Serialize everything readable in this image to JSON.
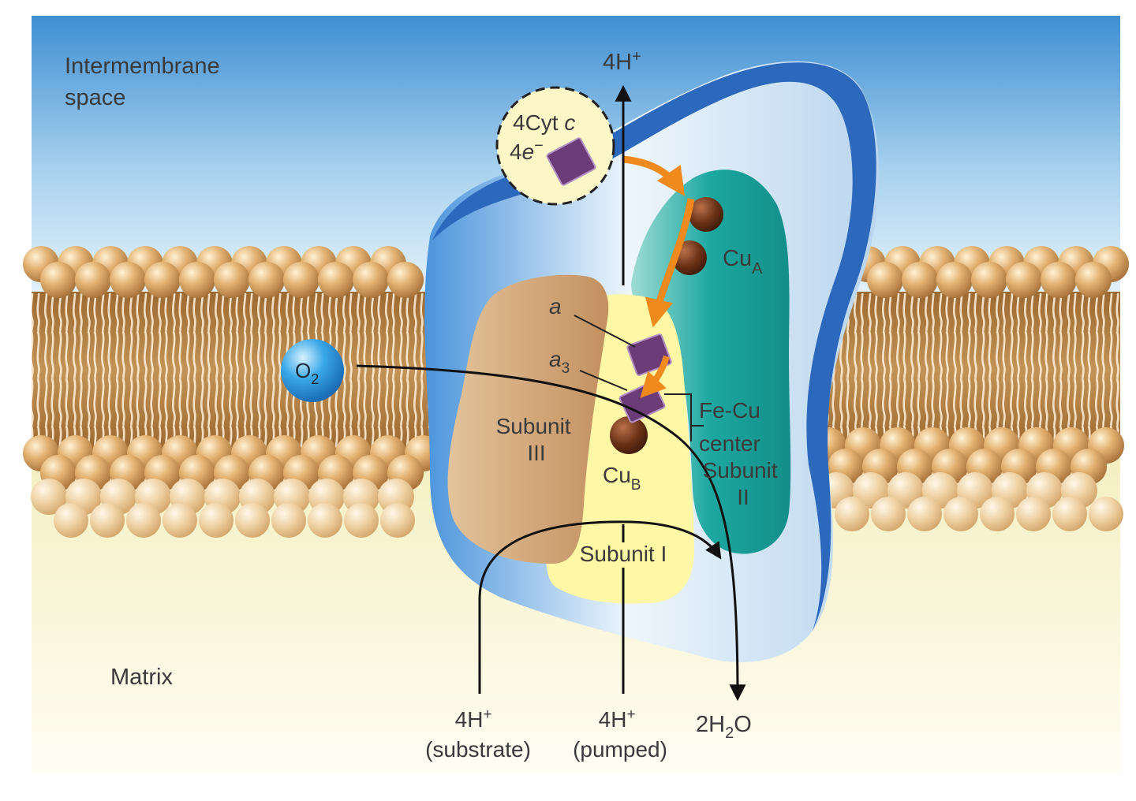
{
  "regions": {
    "intermembrane": "Intermembrane\nspace",
    "matrix": "Matrix"
  },
  "top_proton": {
    "main": "4H",
    "sup": "+"
  },
  "cytc": {
    "line1_main": "4Cyt ",
    "line1_ital": "c",
    "line2_main": "4",
    "line2_ital": "e",
    "line2_sup": "−"
  },
  "o2": {
    "main": "O",
    "sub": "2"
  },
  "cua": {
    "main": "Cu",
    "sub": "A"
  },
  "cub": {
    "main": "Cu",
    "sub": "B"
  },
  "heme_a": {
    "ital": "a"
  },
  "heme_a3": {
    "ital": "a",
    "sub": "3"
  },
  "fecu": {
    "line1": "Fe-Cu",
    "line2": "center"
  },
  "subunit1": "Subunit I",
  "subunit2": {
    "line1": "Subunit",
    "line2": "II"
  },
  "subunit3": {
    "line1": "Subunit",
    "line2": "III"
  },
  "bottom_labels": {
    "substrate": {
      "main": "4H",
      "sup": "+",
      "sub": "(substrate)"
    },
    "pumped": {
      "main": "4H",
      "sup": "+",
      "sub": "(pumped)"
    },
    "water": {
      "pre": "2H",
      "sub": "2",
      "post": "O"
    }
  },
  "colors": {
    "membrane_heads": "#d9a860",
    "membrane_tails": "#a8763a",
    "subunit1": "#fdf7a6",
    "subunit2": "#1ba7a0",
    "subunit3": "#c99a66",
    "electron_path": "#f08a1c",
    "heme": "#6b3c78",
    "copper": "#6a3116"
  }
}
